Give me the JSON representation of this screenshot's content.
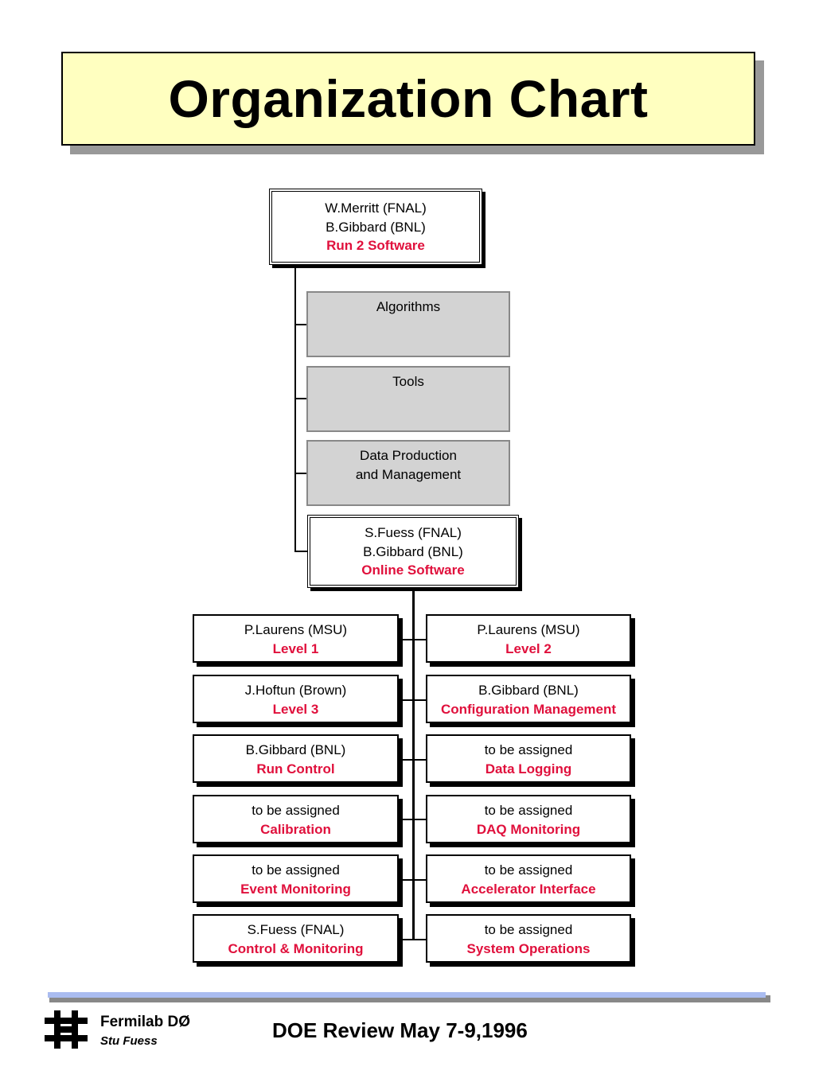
{
  "title": "Organization Chart",
  "top": {
    "line1": "W.Merritt (FNAL)",
    "line2": "B.Gibbard (BNL)",
    "role": "Run 2 Software"
  },
  "areas": {
    "algorithms": "Algorithms",
    "tools": "Tools",
    "data_line1": "Data Production",
    "data_line2": "and Management"
  },
  "online": {
    "line1": "S.Fuess (FNAL)",
    "line2": "B.Gibbard (BNL)",
    "role": "Online Software"
  },
  "left_column": [
    {
      "person": "P.Laurens (MSU)",
      "role": "Level 1"
    },
    {
      "person": "J.Hoftun (Brown)",
      "role": "Level 3"
    },
    {
      "person": "B.Gibbard (BNL)",
      "role": "Run Control"
    },
    {
      "person": "to be assigned",
      "role": "Calibration"
    },
    {
      "person": "to be assigned",
      "role": "Event Monitoring"
    },
    {
      "person": "S.Fuess (FNAL)",
      "role": "Control & Monitoring"
    }
  ],
  "right_column": [
    {
      "person": "P.Laurens (MSU)",
      "role": "Level 2"
    },
    {
      "person": "B.Gibbard (BNL)",
      "role": "Configuration Management"
    },
    {
      "person": "to be assigned",
      "role": "Data Logging"
    },
    {
      "person": "to be assigned",
      "role": "DAQ Monitoring"
    },
    {
      "person": "to be assigned",
      "role": "Accelerator Interface"
    },
    {
      "person": "to be assigned",
      "role": "System Operations"
    }
  ],
  "footer": {
    "lab": "Fermilab  DØ",
    "author": "Stu Fuess",
    "event": "DOE Review May 7-9,1996"
  },
  "colors": {
    "role_text": "#e0103c",
    "title_fill": "#ffffc0",
    "footer_bar": "#aabcf0",
    "gray_box": "#d3d3d3"
  }
}
